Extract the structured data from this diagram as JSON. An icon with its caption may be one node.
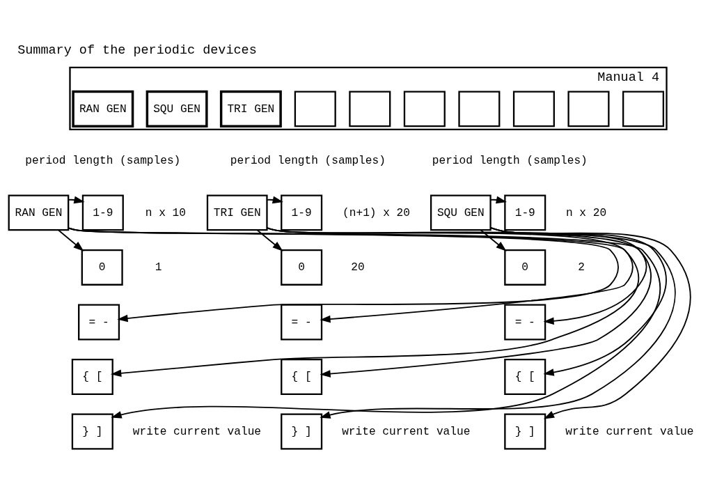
{
  "diagram": {
    "title": "Summary of the periodic devices",
    "nodes": [
      {
        "text": [
          "Manual 4"
        ]
      },
      {
        "text": [
          "RAN GEN"
        ],
        "in": 0
      },
      {
        "text": [
          "SQU GEN"
        ],
        "in": 0
      },
      {
        "text": [
          "TRI GEN"
        ],
        "in": 0
      },
      {
        "text": [],
        "shape": "box",
        "in": 0
      },
      {
        "text": [],
        "shape": "box",
        "in": 0
      },
      {
        "text": [],
        "shape": "box",
        "in": 0
      },
      {
        "text": [],
        "shape": "box",
        "in": 0
      },
      {
        "text": [],
        "shape": "box",
        "in": 0
      },
      {
        "text": [],
        "shape": "box",
        "in": 0
      },
      {
        "text": [],
        "shape": "box",
        "in": 0
      },
      {
        "text": [
          "RAN GEN"
        ]
      },
      {
        "text": [
          "1-9"
        ],
        "beside": [
          "n x 10"
        ]
      },
      {
        "text": [
          "0"
        ],
        "beside": [
          "1"
        ]
      },
      {
        "text": [
          "= -"
        ]
      },
      {
        "text": [
          "{ ["
        ]
      },
      {
        "text": [
          "} ]"
        ],
        "beside": [
          "write current value"
        ]
      },
      {
        "text": [
          "TRI GEN"
        ]
      },
      {
        "text": [
          "1-9"
        ],
        "beside": [
          "(n+1) x 20"
        ]
      },
      {
        "text": [
          "0"
        ],
        "beside": [
          "20"
        ]
      },
      {
        "text": [
          "= -"
        ]
      },
      {
        "text": [
          "{ ["
        ]
      },
      {
        "text": [
          "} ]"
        ],
        "beside": [
          "write current value"
        ]
      },
      {
        "text": [
          "SQU GEN"
        ]
      },
      {
        "text": [
          "1-9"
        ],
        "beside": [
          "n x 20"
        ]
      },
      {
        "text": [
          "0"
        ],
        "beside": [
          "2"
        ]
      },
      {
        "text": [
          "= -"
        ]
      },
      {
        "text": [
          "{ ["
        ]
      },
      {
        "text": [
          "} ]"
        ],
        "beside": [
          "write current value"
        ]
      }
    ],
    "edges": [
      {
        "from": 11,
        "to": 12,
        "arrow": "to"
      },
      {
        "from": 11,
        "to": 13,
        "arrow": "to"
      },
      {
        "from": 11,
        "to": 14,
        "arrow": "to"
      },
      {
        "from": 11,
        "to": 15,
        "arrow": "to"
      },
      {
        "from": 11,
        "to": 16,
        "arrow": "to"
      },
      {
        "from": 17,
        "to": 18,
        "arrow": "to"
      },
      {
        "from": 17,
        "to": 19,
        "arrow": "to"
      },
      {
        "from": 17,
        "to": 20,
        "arrow": "to"
      },
      {
        "from": 17,
        "to": 21,
        "arrow": "to"
      },
      {
        "from": 17,
        "to": 22,
        "arrow": "to"
      },
      {
        "from": 23,
        "to": 24,
        "arrow": "to"
      },
      {
        "from": 23,
        "to": 25,
        "arrow": "to"
      },
      {
        "from": 23,
        "to": 26,
        "arrow": "to"
      },
      {
        "from": 23,
        "to": 27,
        "arrow": "to"
      },
      {
        "from": 23,
        "to": 28,
        "arrow": "to"
      }
    ],
    "labels": [
      "period length (samples)",
      "period length (samples)",
      "period length (samples)"
    ]
  }
}
